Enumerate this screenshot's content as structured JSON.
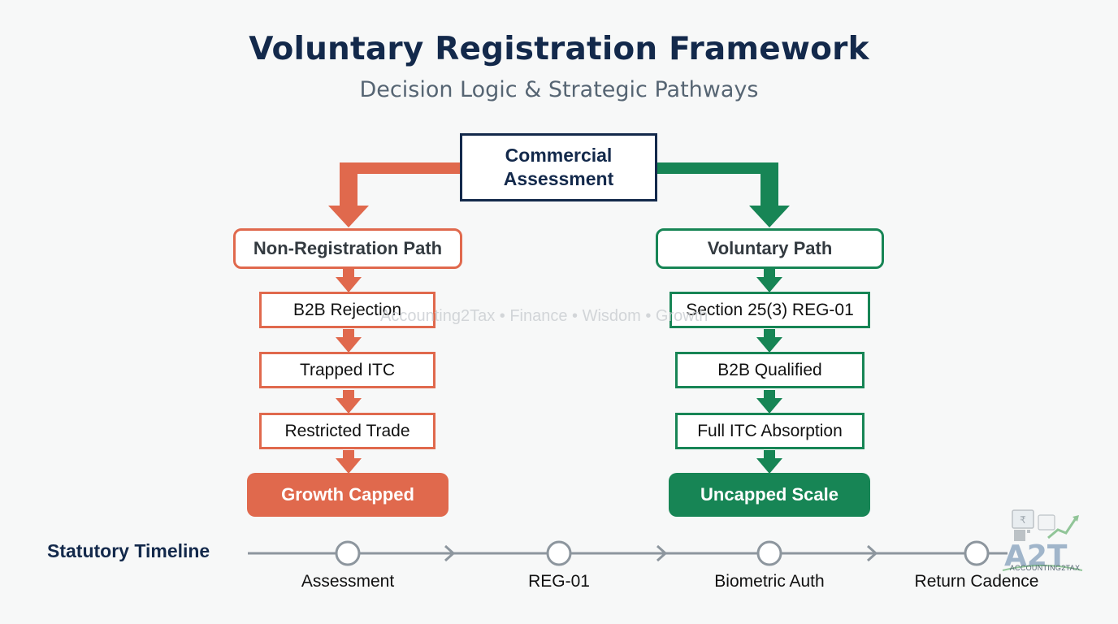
{
  "header": {
    "title": "Voluntary Registration Framework",
    "subtitle": "Decision Logic & Strategic Pathways"
  },
  "colors": {
    "navy": "#13294b",
    "coral": "#e0694d",
    "green": "#178555",
    "timeline": "#8d969e"
  },
  "root": {
    "label": "Commercial Assessment"
  },
  "left_path": {
    "title": "Non-Registration Path",
    "steps": [
      "B2B Rejection",
      "Trapped ITC",
      "Restricted Trade"
    ],
    "outcome": "Growth Capped"
  },
  "right_path": {
    "title": "Voluntary Path",
    "steps": [
      "Section 25(3) REG-01",
      "B2B Qualified",
      "Full ITC Absorption"
    ],
    "outcome": "Uncapped Scale"
  },
  "watermark": "Accounting2Tax • Finance • Wisdom • Growth",
  "timeline": {
    "title": "Statutory Timeline",
    "milestones": [
      "Assessment",
      "REG-01",
      "Biometric Auth",
      "Return Cadence"
    ]
  },
  "logo": {
    "mark": "A2T",
    "brand": "ACCOUNTING2TAX",
    "icon": "calculator-chart-icon"
  }
}
